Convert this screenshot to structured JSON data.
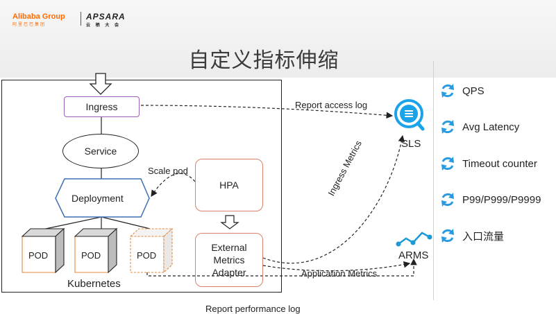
{
  "header": {
    "logo_alibaba": "Alibaba Group",
    "logo_alibaba_sub": "阿里巴巴集团",
    "logo_apsara": "APSARA",
    "logo_apsara_sub": "云 栖 大 会"
  },
  "title": "自定义指标伸缩",
  "diagram": {
    "ingress": "Ingress",
    "service": "Service",
    "deployment": "Deployment",
    "pods": [
      "POD",
      "POD",
      "POD"
    ],
    "hpa": "HPA",
    "external_metrics": [
      "External",
      "Metrics",
      "Adapter"
    ],
    "kubernetes": "Kubernetes",
    "sls": "SLS",
    "arms": "ARMS",
    "edges": {
      "report_access_log": "Report access log",
      "scale_pod": "Scale pod",
      "ingress_metrics": "Ingress Metrics",
      "application_metrics": "Application Metrics",
      "report_performance_log": "Report performance log"
    }
  },
  "metrics_list": [
    "QPS",
    "Avg Latency",
    "Timeout counter",
    "P99/P999/P9999",
    "入口流量"
  ],
  "colors": {
    "ingress_border": "#9b5fb3",
    "hpa_border": "#d9826a",
    "deployment_border": "#3b6fb6",
    "sls_blue": "#1aa3e8",
    "arms_blue": "#1b9ad6",
    "refresh_icon": "#2b9be0"
  }
}
